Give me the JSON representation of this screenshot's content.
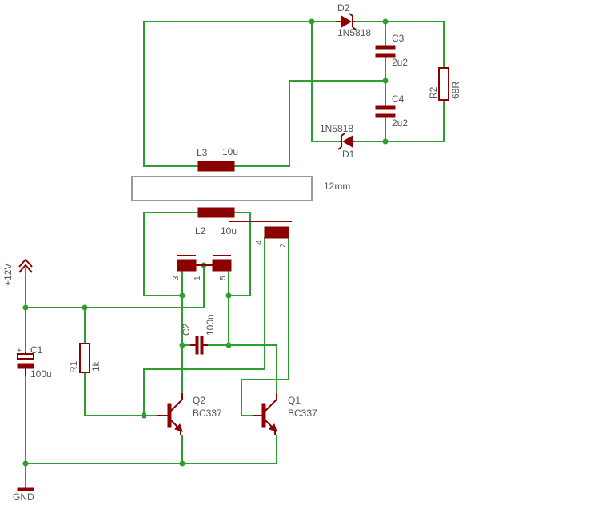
{
  "components": {
    "d2": {
      "name": "D2",
      "value": "1N5818"
    },
    "d1": {
      "name": "D1",
      "value": "1N5818"
    },
    "c3": {
      "name": "C3",
      "value": "2u2"
    },
    "c4": {
      "name": "C4",
      "value": "2u2"
    },
    "r2": {
      "name": "R2",
      "value": "68R"
    },
    "l3": {
      "name": "L3",
      "value": "10u"
    },
    "l2": {
      "name": "L2",
      "value": "10u"
    },
    "c2": {
      "name": "C2",
      "value": "100n"
    },
    "c1": {
      "name": "C1",
      "value": "100u"
    },
    "r1": {
      "name": "R1",
      "value": "1k"
    },
    "q2": {
      "name": "Q2",
      "value": "BC337"
    },
    "q1": {
      "name": "Q1",
      "value": "BC337"
    }
  },
  "gap_label": "12mm",
  "supply": {
    "vcc": "+12V",
    "gnd": "GND"
  },
  "transformer_pins": {
    "p1": "1",
    "p2": "2",
    "p3": "3",
    "p4": "4",
    "p5": "5"
  },
  "colors": {
    "wire": "#2e9e2e",
    "part": "#8b0000",
    "text": "#555555",
    "outline": "#999999"
  }
}
